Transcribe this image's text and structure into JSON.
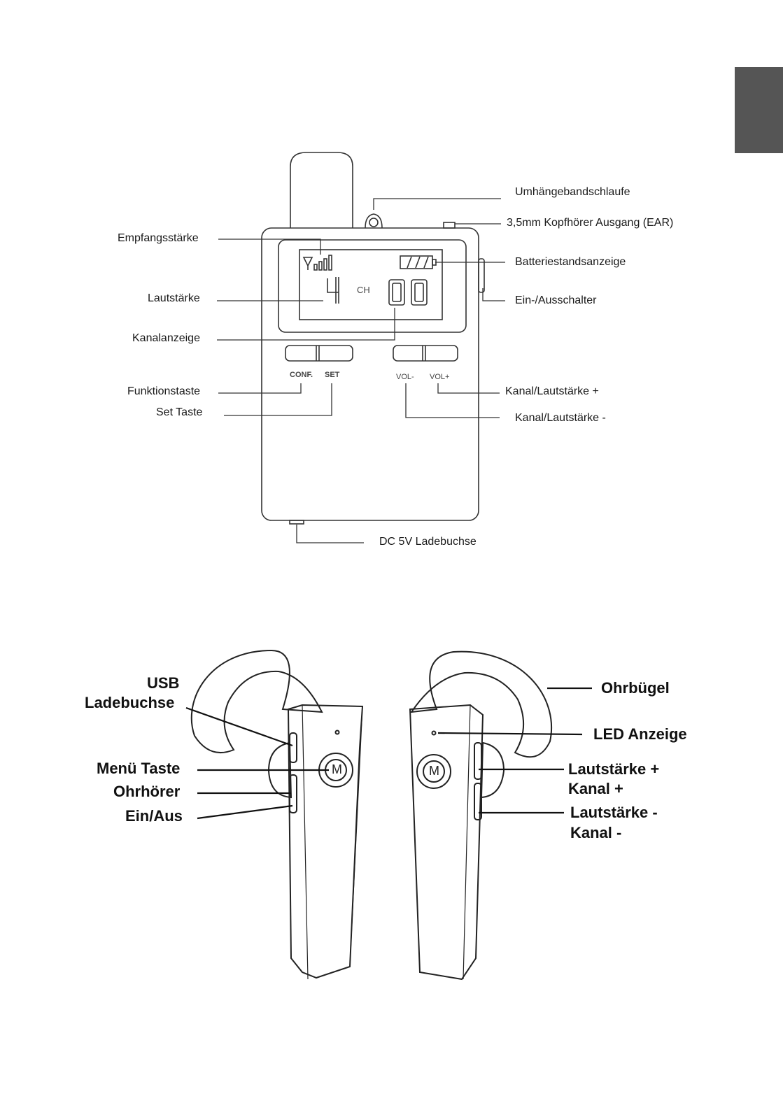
{
  "colors": {
    "line": "#333333",
    "side_tab": "#555555",
    "text": "#1a1a1a"
  },
  "receiver": {
    "lcd": {
      "channel_label": "CH",
      "volume_digit": "4",
      "channel_digits": [
        "0",
        "0"
      ]
    },
    "button_labels": {
      "conf": "CONF.",
      "set": "SET",
      "vol_minus": "VOL-",
      "vol_plus": "VOL+"
    },
    "callouts": {
      "umhaengeband": "Umhängebandschlaufe",
      "kopfhoerer": "3,5mm Kopfhörer Ausgang (EAR)",
      "empfang": "Empfangsstärke",
      "batterie": "Batteriestandsanzeige",
      "lautstaerke": "Lautstärke",
      "schalter": "Ein-/Ausschalter",
      "kanalanzeige": "Kanalanzeige",
      "funktion": "Funktionstaste",
      "kanal_plus": "Kanal/Lautstärke +",
      "set_taste": "Set Taste",
      "kanal_minus": "Kanal/Lautstärke -",
      "ladebuchse": "DC 5V Ladebuchse"
    }
  },
  "earpiece": {
    "button_letter": "M",
    "callouts": {
      "usb_1": "USB",
      "usb_2": "Ladebuchse",
      "menu": "Menü Taste",
      "ohrhoerer": "Ohrhörer",
      "einaus": "Ein/Aus",
      "ohrbuegel": "Ohrbügel",
      "led": "LED Anzeige",
      "laut_plus_1": "Lautstärke +",
      "laut_plus_2": "Kanal +",
      "laut_minus_1": "Lautstärke -",
      "laut_minus_2": "Kanal -"
    }
  }
}
